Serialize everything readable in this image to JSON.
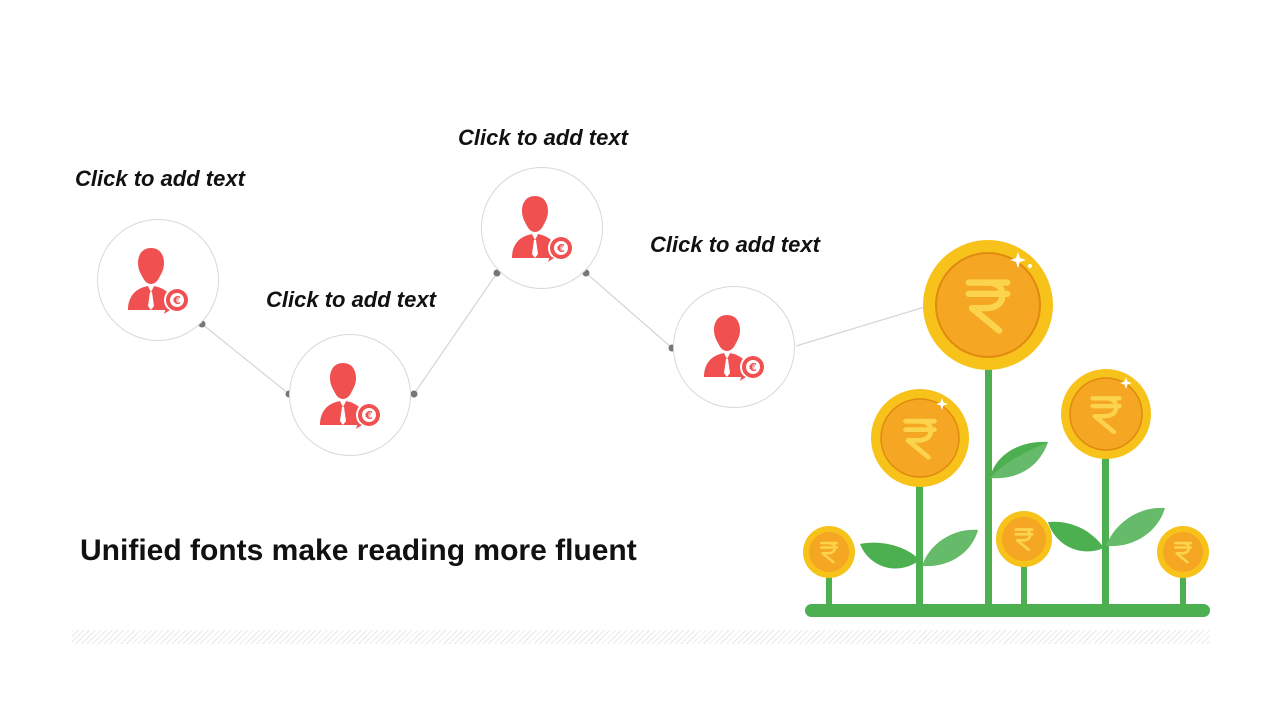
{
  "slide": {
    "headline": "Unified fonts make reading more fluent",
    "nodes": [
      {
        "caption": "Click to add text",
        "icon": "businessman-euro-icon"
      },
      {
        "caption": "Click to add text",
        "icon": "businessman-euro-icon"
      },
      {
        "caption": "Click to add text",
        "icon": "businessman-euro-icon"
      },
      {
        "caption": "Click to add text",
        "icon": "businessman-euro-icon"
      }
    ],
    "illustration": "rupee-coin-plants-icon"
  },
  "colors": {
    "accent_red": "#f05050",
    "coin_gold": "#f7c21a",
    "coin_orange": "#f5a623",
    "leaf_green": "#4caf50"
  }
}
